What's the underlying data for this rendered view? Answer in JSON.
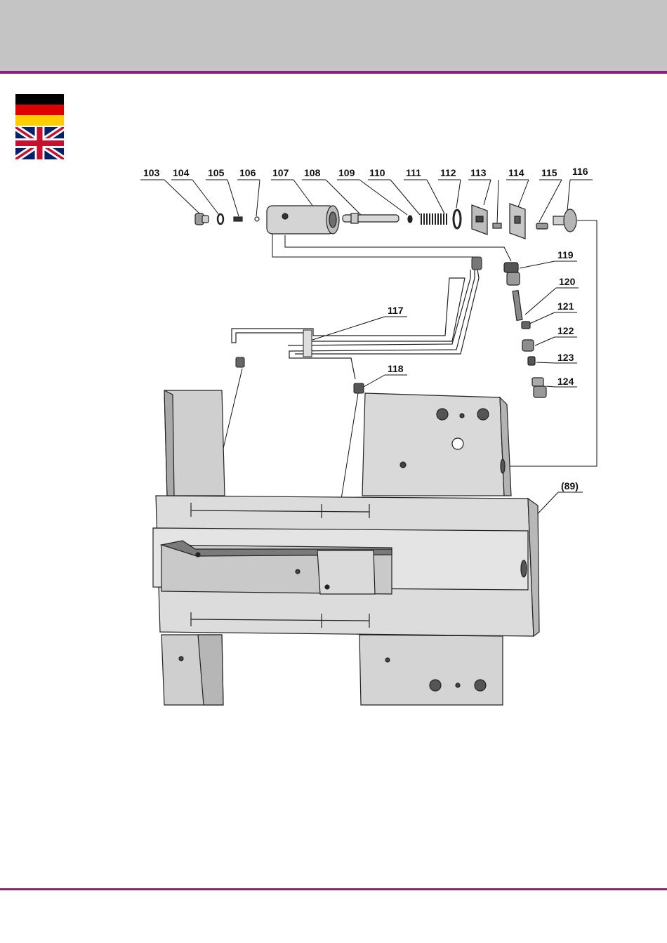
{
  "flags": {
    "german": {
      "icon": "german-flag-icon",
      "colors": [
        "#000000",
        "#dd0000",
        "#ffce00"
      ]
    },
    "british": {
      "icon": "union-jack-icon",
      "colors": [
        "#012169",
        "#ffffff",
        "#c8102e"
      ]
    }
  },
  "callouts": {
    "p103": "103",
    "p104": "104",
    "p105": "105",
    "p106": "106",
    "p107": "107",
    "p108": "108",
    "p109": "109",
    "p110": "110",
    "p111": "111",
    "p112": "112",
    "p113": "113",
    "p114": "114",
    "p115": "115",
    "p116": "116",
    "p117": "117",
    "p118": "118",
    "p119": "119",
    "p120": "120",
    "p121": "121",
    "p122": "122",
    "p123": "123",
    "p124": "124",
    "p89": "(89)"
  },
  "theme": {
    "header_band": "#c4c4c4",
    "accent_rule": "#8c1f7f"
  }
}
